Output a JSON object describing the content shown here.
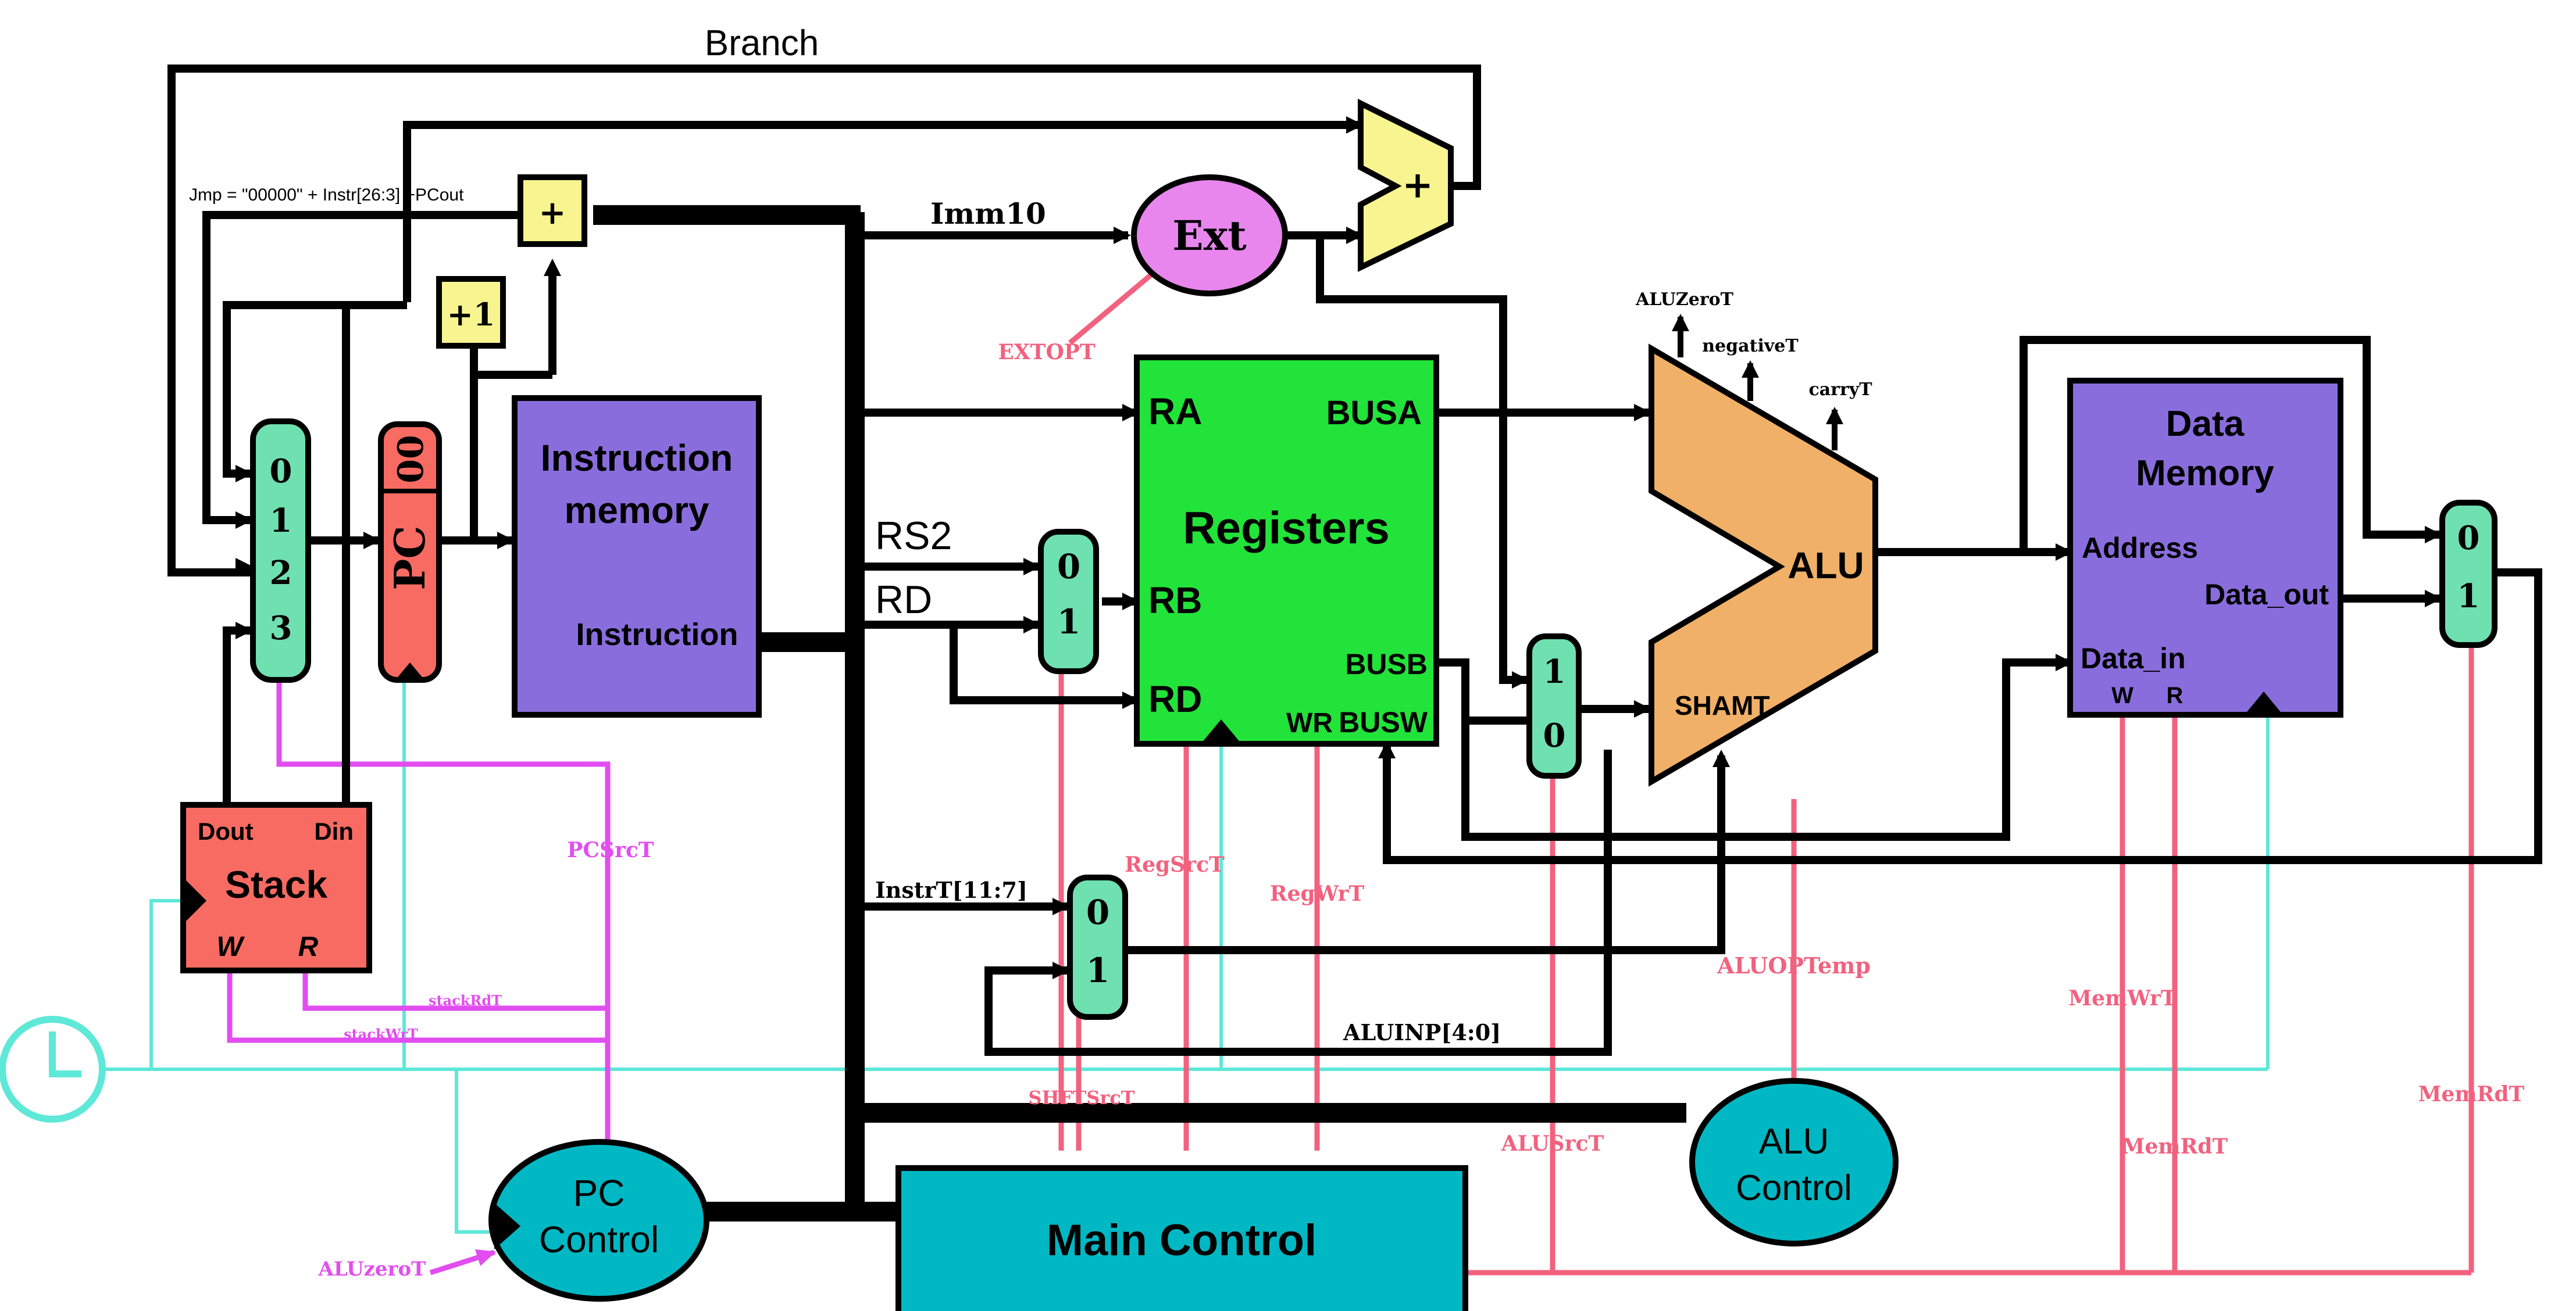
{
  "title": "Branch",
  "jmp_formula": "Jmp = \"00000\" + Instr[26:3]  +PCout",
  "colors": {
    "registers": "#22e33a",
    "instruction_memory": "#8a6ddd",
    "data_memory": "#8a6ddd",
    "alu": "#f0b067",
    "pc": "#f86b62",
    "stack": "#f86b62",
    "mux": "#6fe0b0",
    "adder": "#f8f590",
    "ext": "#e886ee",
    "control": "#00b8c4",
    "control_signal_red": "#f2617e",
    "control_signal_magenta": "#e24df0",
    "clock": "#5ee8d8"
  },
  "blocks": {
    "instruction_memory": {
      "title_line1": "Instruction",
      "title_line2": "memory",
      "port": "Instruction"
    },
    "registers": {
      "title": "Registers",
      "ra": "RA",
      "rb": "RB",
      "rd": "RD",
      "busa": "BUSA",
      "busb": "BUSB",
      "busw": "BUSW",
      "wr": "WR"
    },
    "data_memory": {
      "title_line1": "Data",
      "title_line2": "Memory",
      "address": "Address",
      "data_out": "Data_out",
      "data_in": "Data_in",
      "w": "W",
      "r": "R"
    },
    "alu": {
      "label": "ALU",
      "shamt": "SHAMT",
      "flag_zero": "ALUZeroT",
      "flag_negative": "negativeT",
      "flag_carry": "carryT"
    },
    "pc": {
      "label": "PC",
      "suffix": "00"
    },
    "stack": {
      "label": "Stack",
      "dout": "Dout",
      "din": "Din",
      "w": "W",
      "r": "R"
    },
    "ext": {
      "label": "Ext"
    },
    "adder_branch": {
      "label": "+"
    },
    "adder_jmp": {
      "label": "+"
    },
    "incrementer": {
      "label": "+1"
    },
    "main_control": {
      "label": "Main Control"
    },
    "pc_control": {
      "label_line1": "PC",
      "label_line2": "Control"
    },
    "alu_control": {
      "label_line1": "ALU",
      "label_line2": "Control"
    }
  },
  "muxes": {
    "pc_mux": [
      "0",
      "1",
      "2",
      "3"
    ],
    "rb_mux": [
      "0",
      "1"
    ],
    "alu_src_mux": [
      "1",
      "0"
    ],
    "shamt_mux": [
      "0",
      "1"
    ],
    "wb_mux": [
      "0",
      "1"
    ]
  },
  "wire_labels": {
    "imm10": "Imm10",
    "rs2": "RS2",
    "rd": "RD",
    "instr_11_7": "InstrT[11:7]",
    "aluinp": "ALUINP[4:0]"
  },
  "control_signals": {
    "extopt": "EXTOPT",
    "regsrc": "RegSrcT",
    "regwr": "RegWrT",
    "shftsrc": "SHFTSrcT",
    "alusrc": "ALUSrcT",
    "aluop": "ALUOPTemp",
    "memwr": "MemWrT",
    "memrd_main": "MemRdT",
    "memrd_dm": "MemRdT",
    "pcsrc": "PCSrcT",
    "stackrd": "stackRdT",
    "stackwr": "stackWrT",
    "aluzero_in": "ALUzeroT"
  }
}
